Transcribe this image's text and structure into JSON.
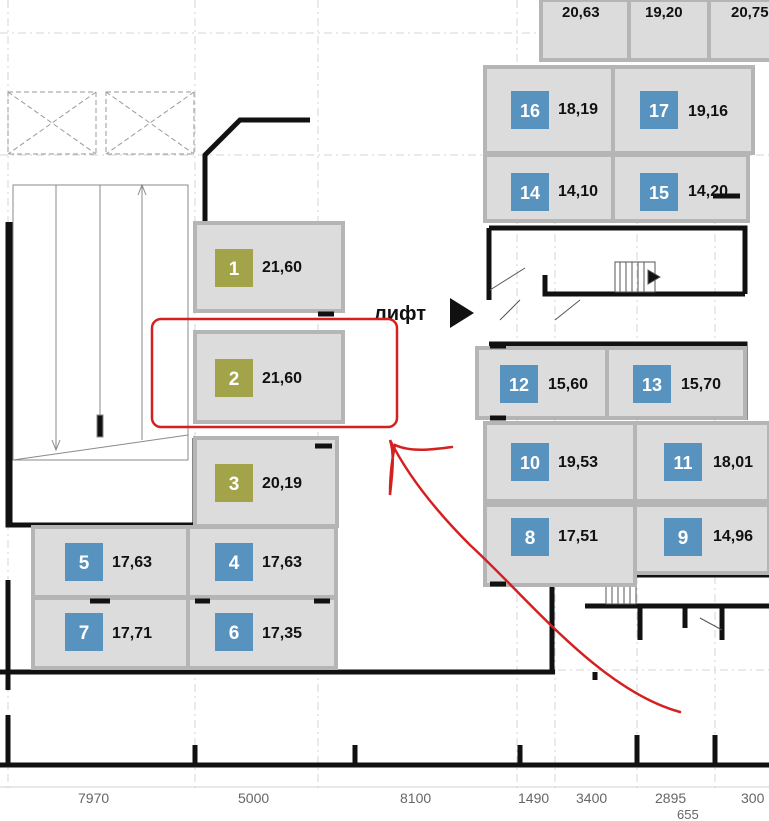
{
  "elevator_label": "лифт",
  "units": [
    {
      "number": "1",
      "area": "21,60",
      "type": "green"
    },
    {
      "number": "2",
      "area": "21,60",
      "type": "green"
    },
    {
      "number": "3",
      "area": "20,19",
      "type": "green"
    },
    {
      "number": "4",
      "area": "17,63",
      "type": "blue"
    },
    {
      "number": "5",
      "area": "17,63",
      "type": "blue"
    },
    {
      "number": "6",
      "area": "17,35",
      "type": "blue"
    },
    {
      "number": "7",
      "area": "17,71",
      "type": "blue"
    },
    {
      "number": "8",
      "area": "17,51",
      "type": "blue"
    },
    {
      "number": "9",
      "area": "14,96",
      "type": "blue"
    },
    {
      "number": "10",
      "area": "19,53",
      "type": "blue"
    },
    {
      "number": "11",
      "area": "18,01",
      "type": "blue"
    },
    {
      "number": "12",
      "area": "15,60",
      "type": "blue"
    },
    {
      "number": "13",
      "area": "15,70",
      "type": "blue"
    },
    {
      "number": "14",
      "area": "14,10",
      "type": "blue"
    },
    {
      "number": "15",
      "area": "14,20",
      "type": "blue"
    },
    {
      "number": "16",
      "area": "18,19",
      "type": "blue"
    },
    {
      "number": "17",
      "area": "19,16",
      "type": "blue"
    }
  ],
  "top_partial_areas": [
    "20,63",
    "19,20",
    "20,75"
  ],
  "dimensions": [
    "7970",
    "5000",
    "8100",
    "1490",
    "3400",
    "2895",
    "300",
    "655"
  ],
  "colors": {
    "green_badge": "#a3a34a",
    "blue_badge": "#5893bf",
    "unit_fill": "#dcdcdc",
    "unit_border": "#b5b5b5",
    "wall": "#111111",
    "highlight": "#d42020"
  }
}
